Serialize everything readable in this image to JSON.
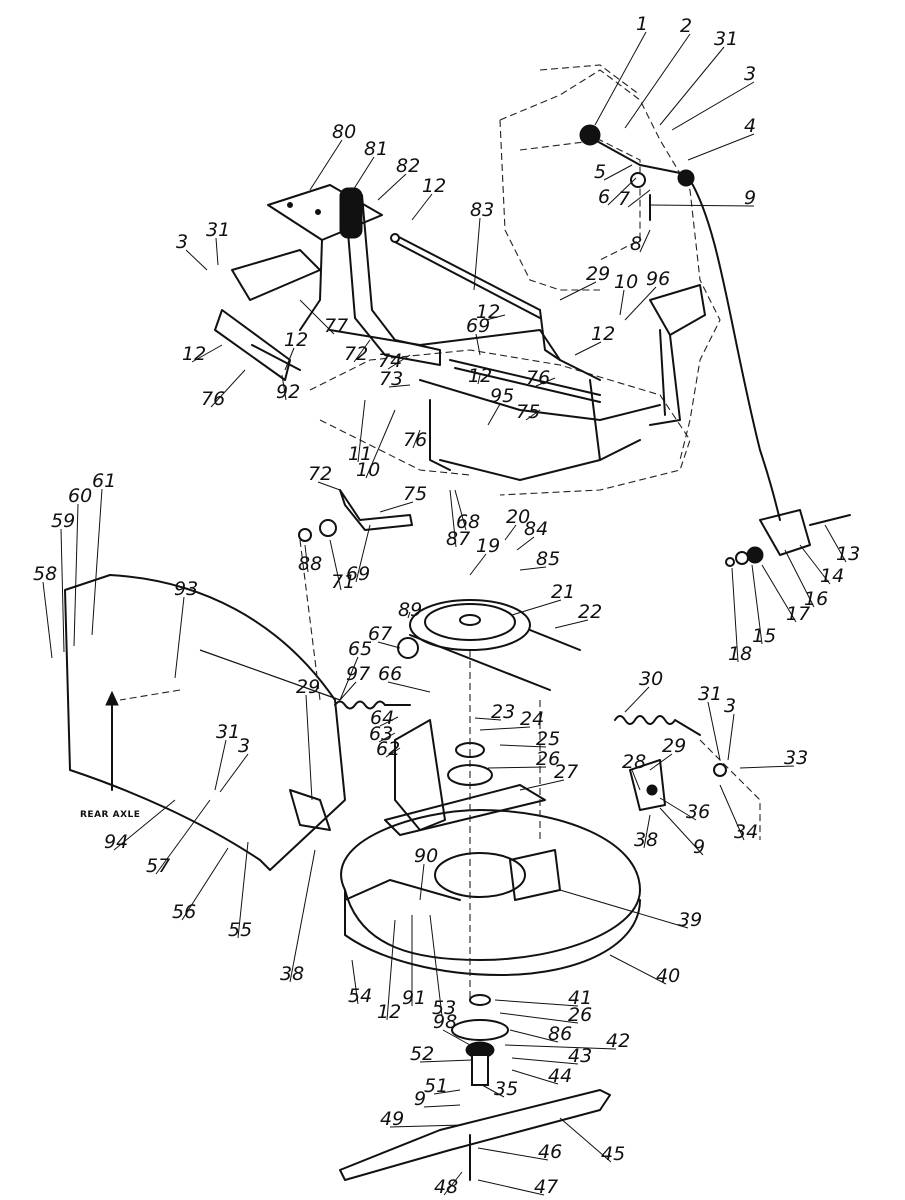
{
  "callouts": [
    {
      "text": "1"
    },
    {
      "text": "2"
    },
    {
      "text": "31"
    },
    {
      "text": "3"
    },
    {
      "text": "4"
    },
    {
      "text": "5"
    },
    {
      "text": "6"
    },
    {
      "text": "7"
    },
    {
      "text": "9"
    },
    {
      "text": "8"
    },
    {
      "text": "80"
    },
    {
      "text": "81"
    },
    {
      "text": "82"
    },
    {
      "text": "12"
    },
    {
      "text": "83"
    },
    {
      "text": "3"
    },
    {
      "text": "31"
    },
    {
      "text": "77"
    },
    {
      "text": "12"
    },
    {
      "text": "12"
    },
    {
      "text": "72"
    },
    {
      "text": "74"
    },
    {
      "text": "73"
    },
    {
      "text": "76"
    },
    {
      "text": "92"
    },
    {
      "text": "29"
    },
    {
      "text": "10"
    },
    {
      "text": "96"
    },
    {
      "text": "12"
    },
    {
      "text": "69"
    },
    {
      "text": "12"
    },
    {
      "text": "12"
    },
    {
      "text": "76"
    },
    {
      "text": "95"
    },
    {
      "text": "75"
    },
    {
      "text": "11"
    },
    {
      "text": "10"
    },
    {
      "text": "76"
    },
    {
      "text": "72"
    },
    {
      "text": "75"
    },
    {
      "text": "68"
    },
    {
      "text": "87"
    },
    {
      "text": "69"
    },
    {
      "text": "88"
    },
    {
      "text": "71"
    },
    {
      "text": "20"
    },
    {
      "text": "84"
    },
    {
      "text": "19"
    },
    {
      "text": "85"
    },
    {
      "text": "89"
    },
    {
      "text": "21"
    },
    {
      "text": "22"
    },
    {
      "text": "67"
    },
    {
      "text": "13"
    },
    {
      "text": "14"
    },
    {
      "text": "16"
    },
    {
      "text": "17"
    },
    {
      "text": "15"
    },
    {
      "text": "18"
    },
    {
      "text": "58"
    },
    {
      "text": "59"
    },
    {
      "text": "60"
    },
    {
      "text": "61"
    },
    {
      "text": "93"
    },
    {
      "text": "65"
    },
    {
      "text": "66"
    },
    {
      "text": "97"
    },
    {
      "text": "64"
    },
    {
      "text": "63"
    },
    {
      "text": "62"
    },
    {
      "text": "29"
    },
    {
      "text": "31"
    },
    {
      "text": "3"
    },
    {
      "text": "94"
    },
    {
      "text": "57"
    },
    {
      "text": "56"
    },
    {
      "text": "55"
    },
    {
      "text": "38"
    },
    {
      "text": "23"
    },
    {
      "text": "24"
    },
    {
      "text": "25"
    },
    {
      "text": "26"
    },
    {
      "text": "27"
    },
    {
      "text": "30"
    },
    {
      "text": "31"
    },
    {
      "text": "3"
    },
    {
      "text": "29"
    },
    {
      "text": "28"
    },
    {
      "text": "33"
    },
    {
      "text": "36"
    },
    {
      "text": "34"
    },
    {
      "text": "9"
    },
    {
      "text": "38"
    },
    {
      "text": "90"
    },
    {
      "text": "39"
    },
    {
      "text": "54"
    },
    {
      "text": "12"
    },
    {
      "text": "91"
    },
    {
      "text": "53"
    },
    {
      "text": "40"
    },
    {
      "text": "41"
    },
    {
      "text": "26"
    },
    {
      "text": "86"
    },
    {
      "text": "98"
    },
    {
      "text": "42"
    },
    {
      "text": "52"
    },
    {
      "text": "43"
    },
    {
      "text": "44"
    },
    {
      "text": "51"
    },
    {
      "text": "35"
    },
    {
      "text": "9"
    },
    {
      "text": "49"
    },
    {
      "text": "45"
    },
    {
      "text": "46"
    },
    {
      "text": "48"
    },
    {
      "text": "47"
    }
  ],
  "captions": {
    "rear_axle": "REAR AXLE"
  }
}
